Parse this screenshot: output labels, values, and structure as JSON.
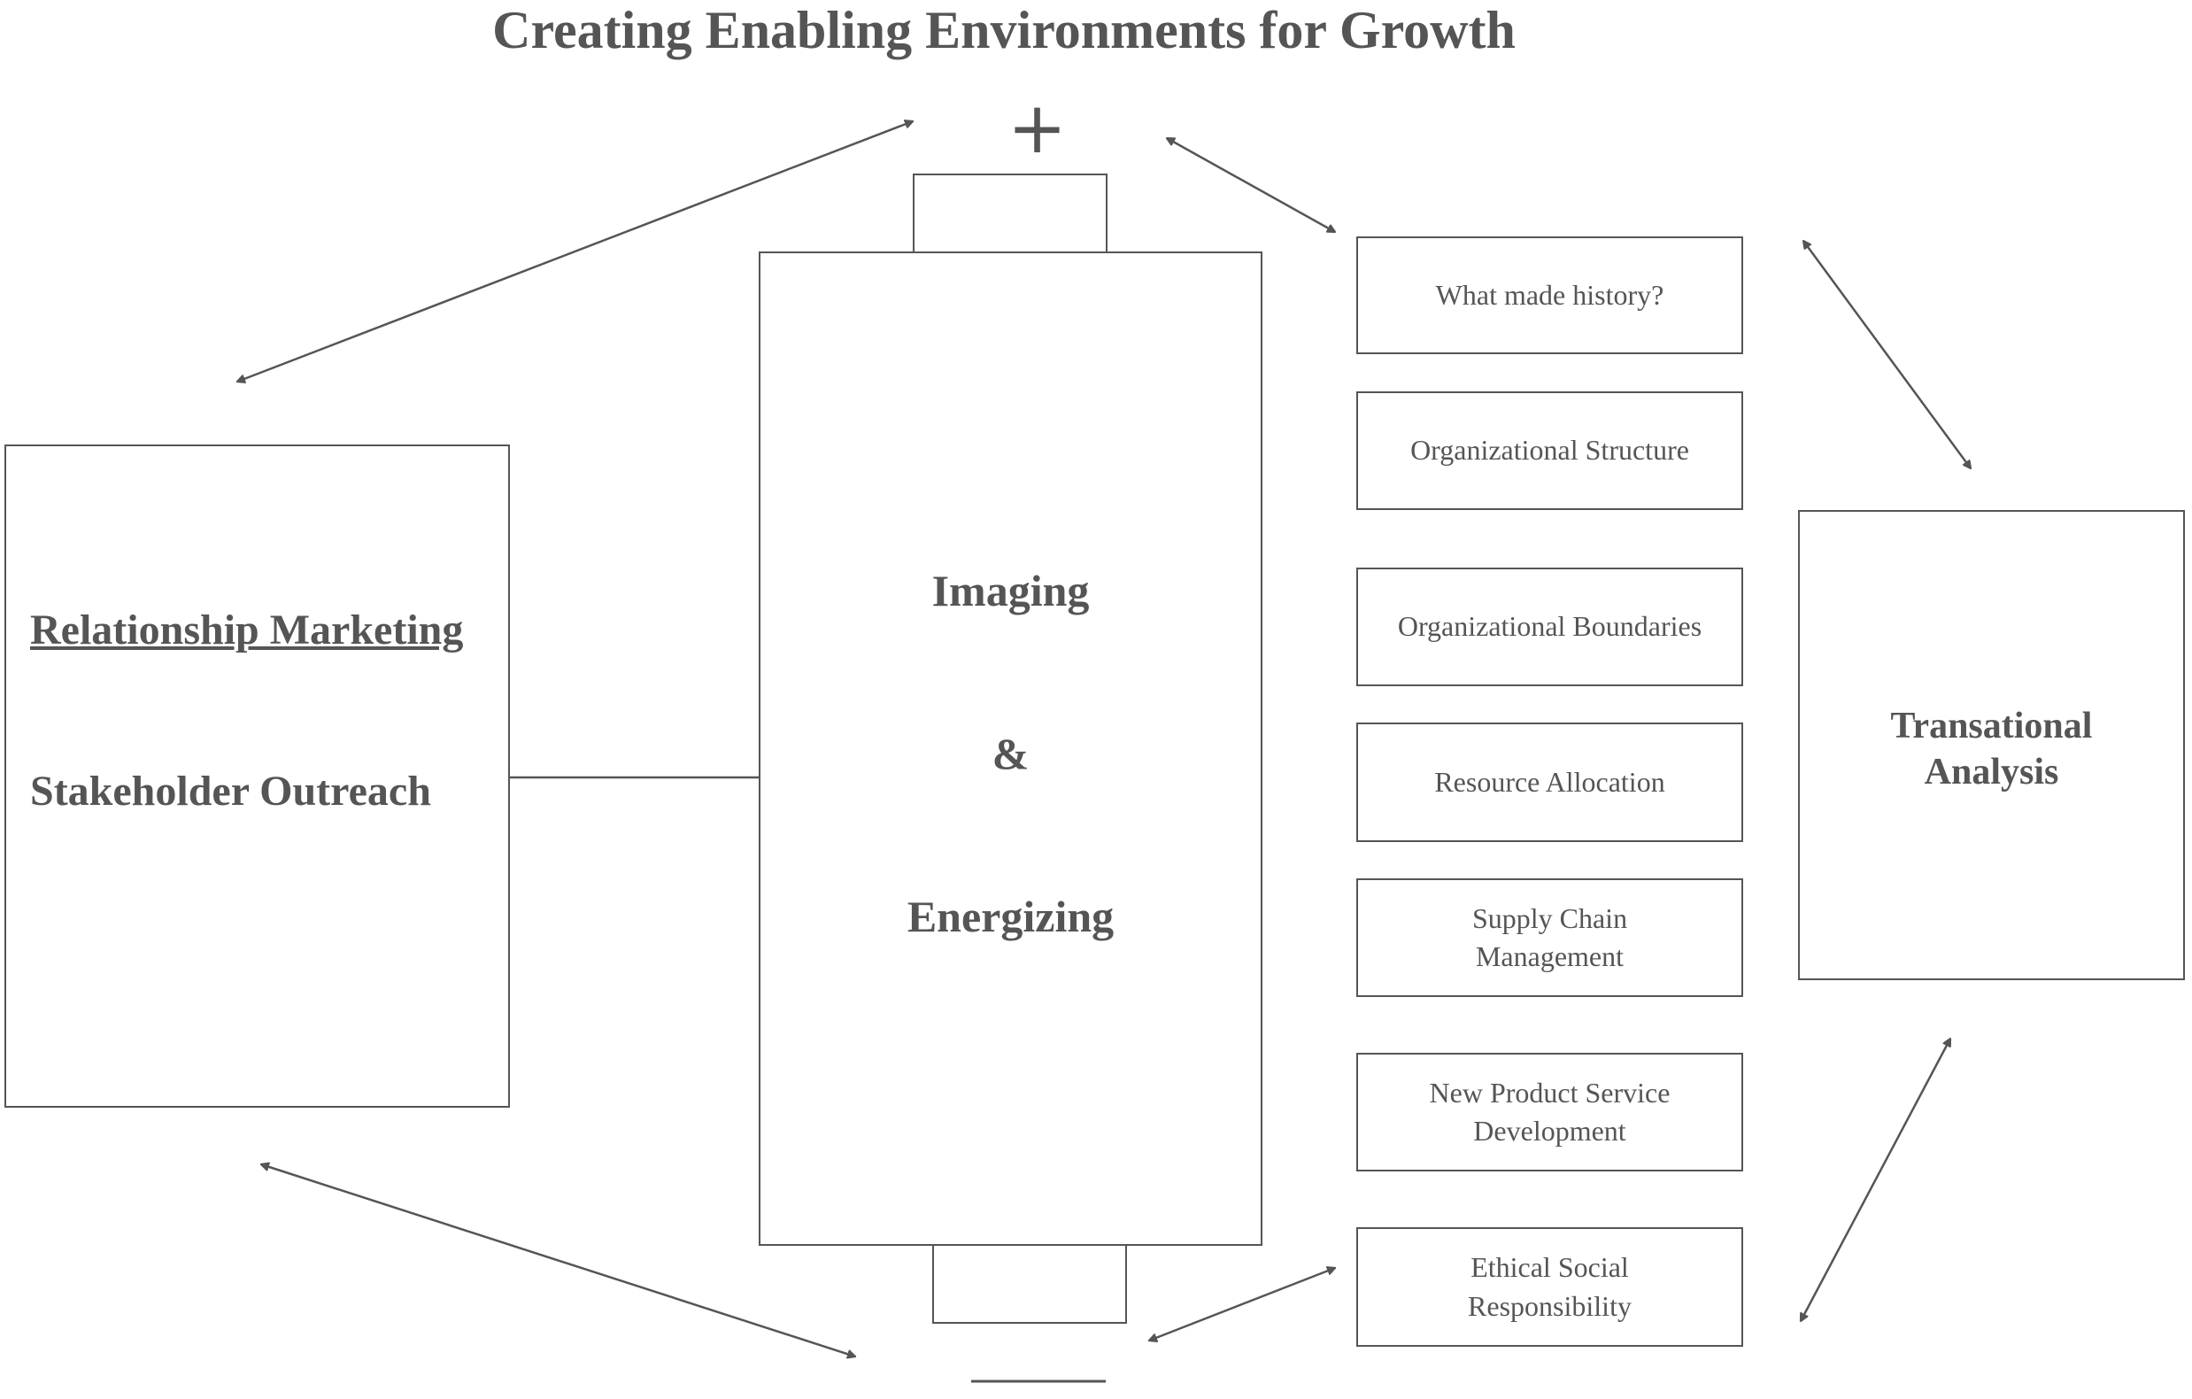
{
  "title": "Creating Enabling Environments for Growth",
  "plus": "+",
  "center": {
    "line1": "Imaging",
    "line2": "&",
    "line3": "Energizing"
  },
  "left": {
    "heading": "Relationship Marketing",
    "subheading": "Stakeholder Outreach"
  },
  "factors": [
    "What made history?",
    "Organizational Structure",
    "Organizational Boundaries",
    "Resource Allocation",
    "Supply Chain Management",
    "New Product Service Development",
    "Ethical Social Responsibility"
  ],
  "right": {
    "line1": "Transational",
    "line2": "Analysis"
  }
}
